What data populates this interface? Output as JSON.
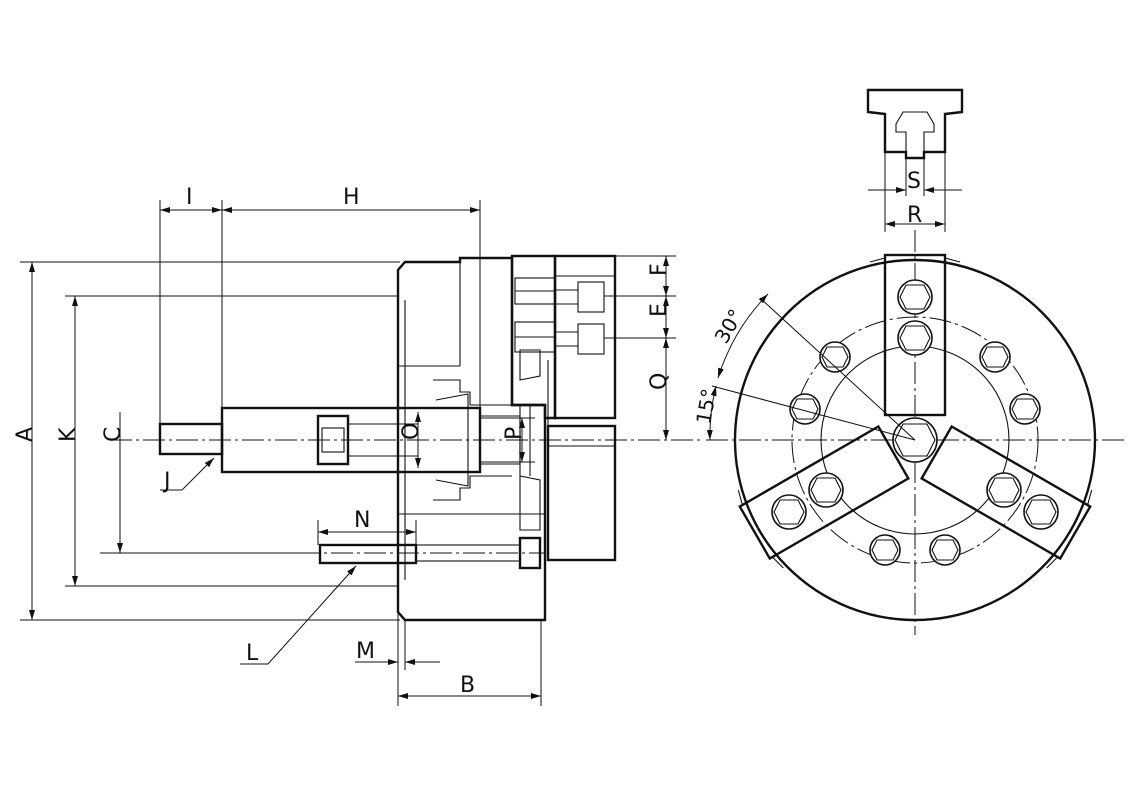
{
  "labels": {
    "A": "A",
    "B": "B",
    "C": "C",
    "E": "E",
    "F": "F",
    "H": "H",
    "I": "I",
    "J": "J",
    "K": "K",
    "L": "L",
    "M": "M",
    "N": "N",
    "O": "O",
    "P": "P",
    "Q": "Q",
    "R": "R",
    "S": "S"
  },
  "angles": {
    "a30": "30°",
    "a15": "15°"
  }
}
